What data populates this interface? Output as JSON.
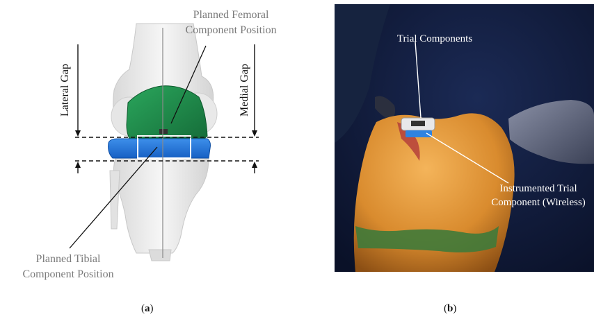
{
  "panel_a": {
    "labels": {
      "femoral_line1": "Planned Femoral",
      "femoral_line2": "Component Position",
      "tibial_line1": "Planned Tibial",
      "tibial_line2": "Component Position",
      "lateral_gap": "Lateral Gap",
      "medial_gap": "Medial Gap"
    },
    "caption": "a"
  },
  "panel_b": {
    "labels": {
      "trial_components": "Trial Components",
      "instrumented_line1": "Instrumented Trial",
      "instrumented_line2": "Component (Wireless)"
    },
    "caption": "b"
  },
  "colors": {
    "femoral_component": "#1f8a4c",
    "tibial_component": "#1e74d6",
    "bone": "#efefef",
    "label_gray": "#7a7a7a"
  }
}
